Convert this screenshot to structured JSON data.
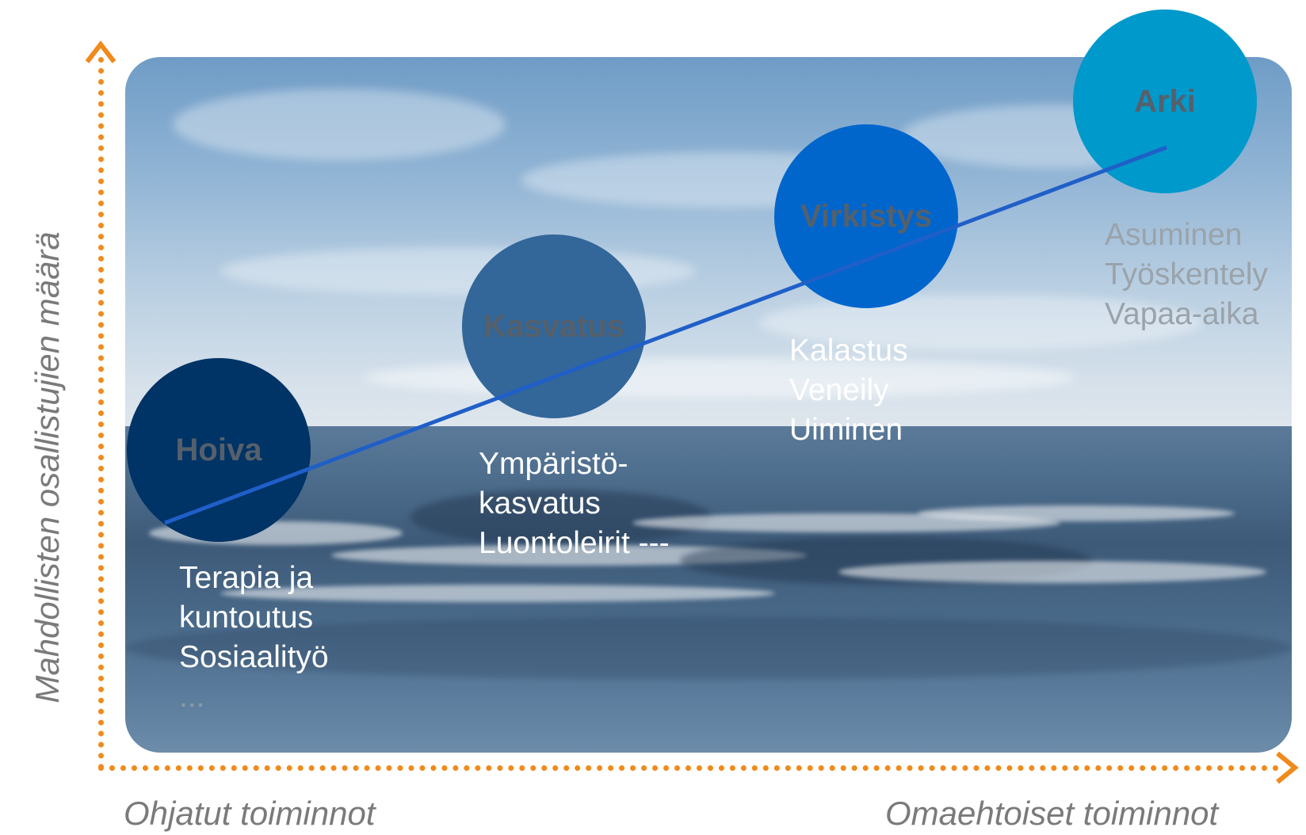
{
  "y_axis_label": "Mahdollisten osallistujien määrä",
  "x_axis_left_label": "Ohjatut toiminnot",
  "x_axis_right_label": "Omaehtoiset toiminnot",
  "stages": [
    {
      "title": "Hoiva",
      "color": "#003366",
      "items": [
        "Terapia ja",
        "kuntoutus",
        "Sosiaalityö",
        "..."
      ]
    },
    {
      "title": "Kasvatus",
      "color": "#336699",
      "items": [
        "Ympäristö-",
        "kasvatus",
        "Luontoleirit ---"
      ]
    },
    {
      "title": "Virkistys",
      "color": "#0066cc",
      "items": [
        "Kalastus",
        "Veneily",
        "Uiminen"
      ]
    },
    {
      "title": "Arki",
      "color": "#0099cc",
      "items": [
        "Asuminen",
        "Työskentely",
        "Vapaa-aika"
      ]
    }
  ],
  "colors": {
    "axis": "#f08a1c",
    "trend_line": "#1f5fc8"
  }
}
